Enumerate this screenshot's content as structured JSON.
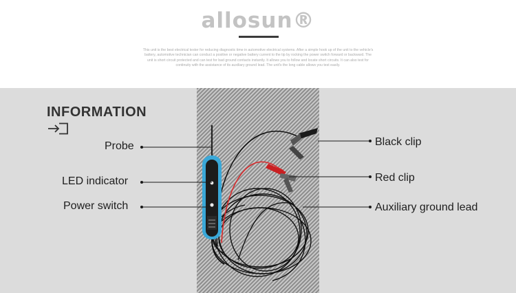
{
  "brand": {
    "logo_text": "allosun®"
  },
  "description": {
    "lines": [
      "This unit is the best electrical tester for reducing diagnostic time in automotive electrical systems. After a simple hook up of the unit to the vehicle's",
      "battery, automotive technician can conduct a positive or negative battery current to the tip by rocking the power switch forward or backward. The",
      "unit is short circuit protected and can test for bad ground contacts instantly. It allows you to follow and locate short circuits. It can also test for",
      "continuity with the assistance of its auxiliary ground lead. The unit's the long cable allows you test easily."
    ]
  },
  "info": {
    "heading": "INFORMATION",
    "icon": "login-arrow-icon"
  },
  "labels": {
    "probe": "Probe",
    "led_indicator": "LED indicator",
    "power_switch": "Power switch",
    "black_clip": "Black clip",
    "red_clip": "Red clip",
    "auxiliary_ground_lead": "Auxiliary ground lead"
  },
  "colors": {
    "panel_bg": "#dcdcdc",
    "probe_body": "#3aa8d8",
    "red_wire": "#d8282a",
    "black_wire": "#111111",
    "logo": "#c3c3c3"
  }
}
